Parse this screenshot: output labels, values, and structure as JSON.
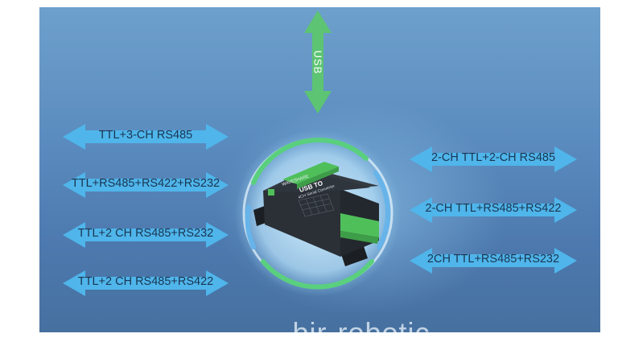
{
  "usb_label": "USB",
  "left_arrows": [
    {
      "label": "TTL+3-CH RS485"
    },
    {
      "label": "TTL+RS485+RS422+RS232"
    },
    {
      "label": "TTL+2 CH RS485+RS232"
    },
    {
      "label": "TTL+2 CH RS485+RS422"
    }
  ],
  "right_arrows": [
    {
      "label": "2-CH TTL+2-CH RS485"
    },
    {
      "label": "2-CH TTL+RS485+RS422"
    },
    {
      "label": "2CH TTL+RS485+RS232"
    }
  ],
  "device": {
    "brand": "WAVESHARE",
    "title": "USB TO",
    "subtitle": "4CH Serial Converter"
  },
  "watermark": "bir-robotic",
  "colors": {
    "panel_top": "#6ea0cc",
    "panel_bottom": "#46709f",
    "side_arrow": "#4fb5ea",
    "usb_arrow": "#5cc472",
    "ring_green": "#5ad07e",
    "ring_blue": "#66b4ea",
    "label_text": "#1a3552"
  }
}
